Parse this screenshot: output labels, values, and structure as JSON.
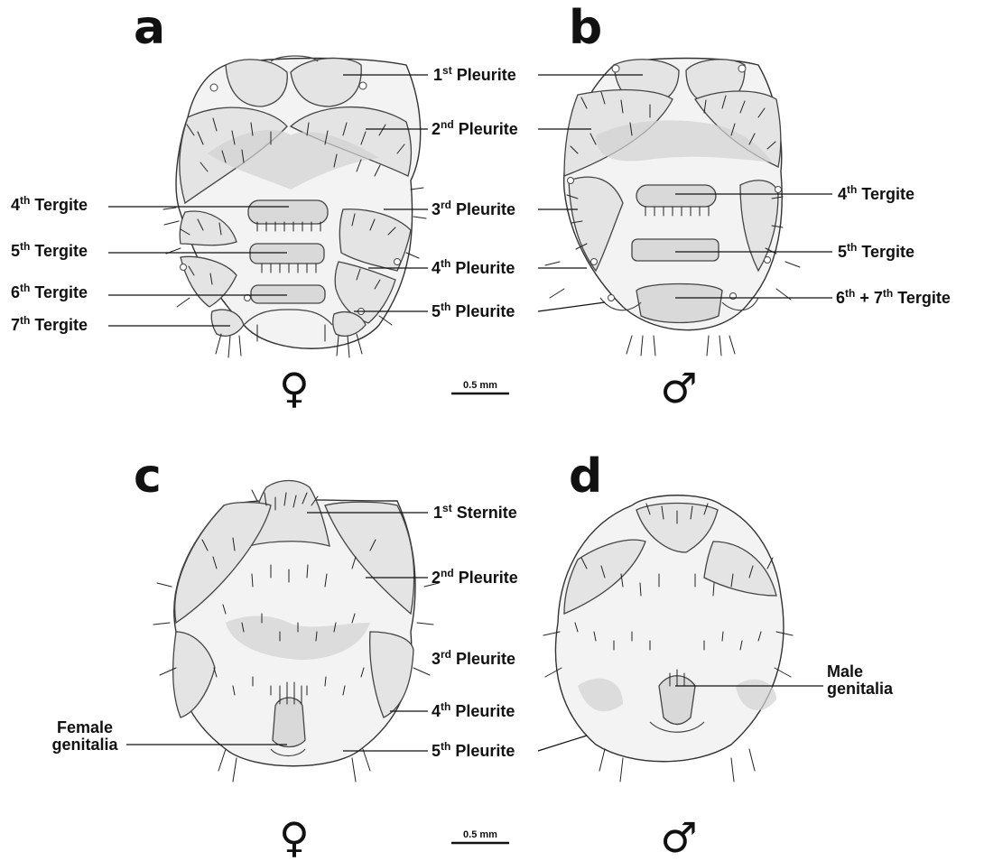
{
  "panels": {
    "a": {
      "letter": "a",
      "sex": "♀"
    },
    "b": {
      "letter": "b",
      "sex": "♂"
    },
    "c": {
      "letter": "c",
      "sex": "♀"
    },
    "d": {
      "letter": "d",
      "sex": "♂"
    }
  },
  "scale_bars": [
    {
      "label": "0.5 mm"
    },
    {
      "label": "0.5 mm"
    }
  ],
  "labels": {
    "a_left": [
      {
        "num": "4",
        "sup": "th",
        "text": "Tergite"
      },
      {
        "num": "5",
        "sup": "th",
        "text": "Tergite"
      },
      {
        "num": "6",
        "sup": "th",
        "text": "Tergite"
      },
      {
        "num": "7",
        "sup": "th",
        "text": "Tergite"
      }
    ],
    "middle_top": [
      {
        "num": "1",
        "sup": "st",
        "text": "Pleurite"
      },
      {
        "num": "2",
        "sup": "nd",
        "text": "Pleurite"
      },
      {
        "num": "3",
        "sup": "rd",
        "text": "Pleurite"
      },
      {
        "num": "4",
        "sup": "th",
        "text": "Pleurite"
      },
      {
        "num": "5",
        "sup": "th",
        "text": "Pleurite"
      }
    ],
    "b_right": [
      {
        "num": "4",
        "sup": "th",
        "text": "Tergite"
      },
      {
        "num": "5",
        "sup": "th",
        "text": "Tergite"
      },
      {
        "num": "6",
        "sup": "th",
        "text": "+ 7",
        "sup2": "th",
        "text2": "Tergite"
      }
    ],
    "middle_bottom": [
      {
        "num": "1",
        "sup": "st",
        "text": "Sternite"
      },
      {
        "num": "2",
        "sup": "nd",
        "text": "Pleurite"
      },
      {
        "num": "3",
        "sup": "rd",
        "text": "Pleurite"
      },
      {
        "num": "4",
        "sup": "th",
        "text": "Pleurite"
      },
      {
        "num": "5",
        "sup": "th",
        "text": "Pleurite"
      }
    ],
    "female_genitalia": [
      "Female",
      "genitalia"
    ],
    "male_genitalia": [
      "Male",
      "genitalia"
    ]
  }
}
